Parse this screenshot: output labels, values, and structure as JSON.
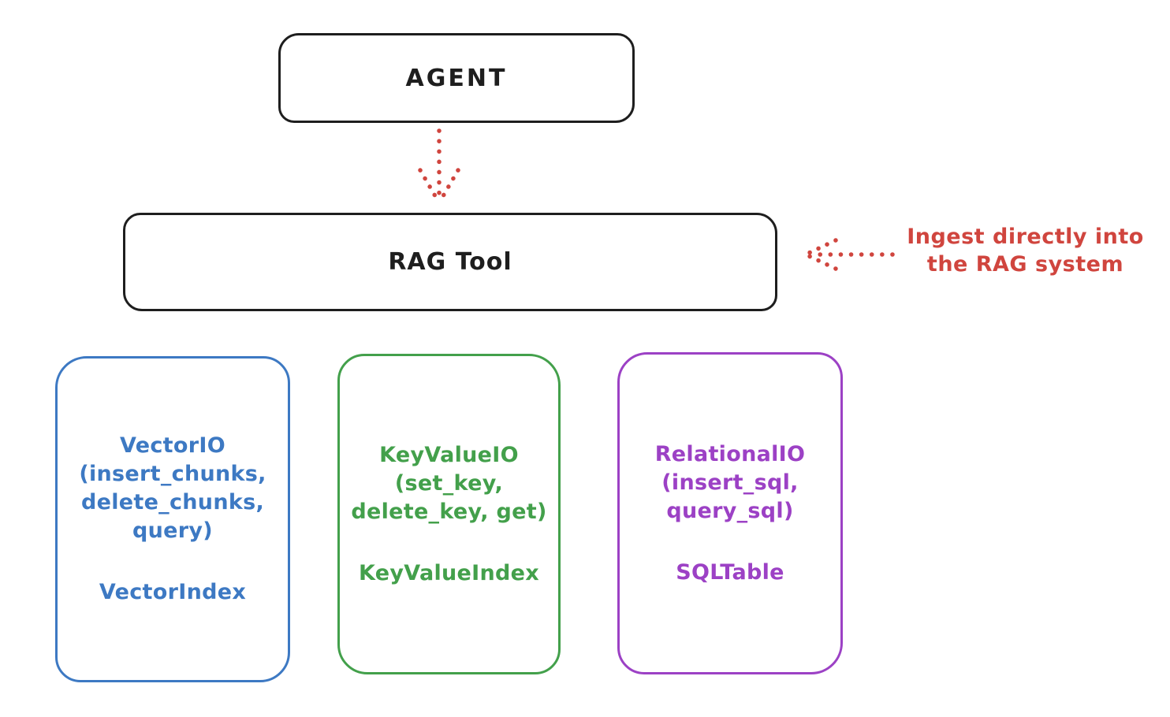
{
  "agent": {
    "label": "AGENT"
  },
  "rag": {
    "label": "RAG Tool"
  },
  "annotation": {
    "line1": "Ingest directly into",
    "line2": "the RAG system"
  },
  "boxes": [
    {
      "id": "vector-io",
      "lines": [
        "VectorIO",
        "(insert_chunks,",
        "delete_chunks,",
        "query)"
      ],
      "index_class": "VectorIndex",
      "color": "#3d79c3"
    },
    {
      "id": "keyvalue-io",
      "lines": [
        "KeyValueIO",
        "(set_key,",
        "delete_key, get)"
      ],
      "index_class": "KeyValueIndex",
      "color": "#43a04b"
    },
    {
      "id": "relational-io",
      "lines": [
        "RelationalIO",
        "(insert_sql,",
        "query_sql)"
      ],
      "index_class": "SQLTable",
      "color": "#9c41c5"
    }
  ],
  "colors": {
    "box_stroke": "#1e1e1e",
    "arrow_red": "#d0453e",
    "blue": "#3d79c3",
    "green": "#43a04b",
    "purple": "#9c41c5"
  }
}
